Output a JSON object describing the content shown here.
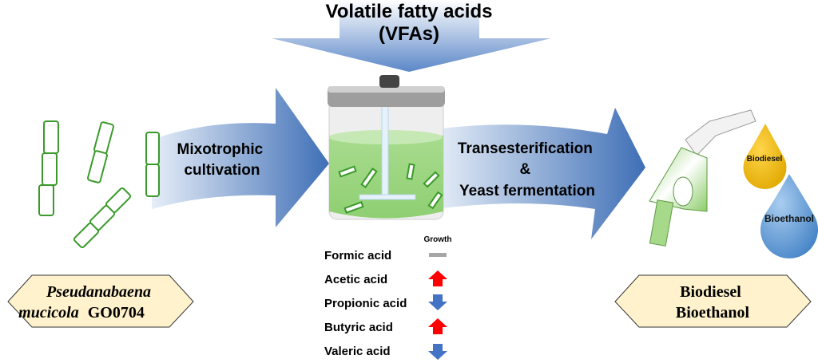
{
  "title": {
    "line1": "Volatile fatty acids",
    "line2": "(VFAs)"
  },
  "left_arrow": {
    "line1": "Mixotrophic",
    "line2": "cultivation"
  },
  "right_arrow": {
    "line1": "Transesterification",
    "line2": "&",
    "line3": "Yeast fermentation"
  },
  "organism": {
    "genus_species_1": "Pseudanabaena",
    "genus_species_2": "mucicola",
    "strain": "GO0704"
  },
  "products": {
    "line1": "Biodiesel",
    "line2": "Bioethanol"
  },
  "drops": {
    "biodiesel": "Biodiesel",
    "bioethanol": "Bioethanol"
  },
  "growth_table": {
    "header": "Growth",
    "rows": [
      {
        "acid": "Formic acid",
        "effect": "none"
      },
      {
        "acid": "Acetic acid",
        "effect": "up"
      },
      {
        "acid": "Propionic acid",
        "effect": "down"
      },
      {
        "acid": "Butyric acid",
        "effect": "up"
      },
      {
        "acid": "Valeric acid",
        "effect": "down"
      }
    ]
  },
  "colors": {
    "up": "#ff0000",
    "down": "#4472c4",
    "none": "#a6a6a6",
    "filament": "#3a9a2a",
    "hexagon": "#fff2cc"
  }
}
